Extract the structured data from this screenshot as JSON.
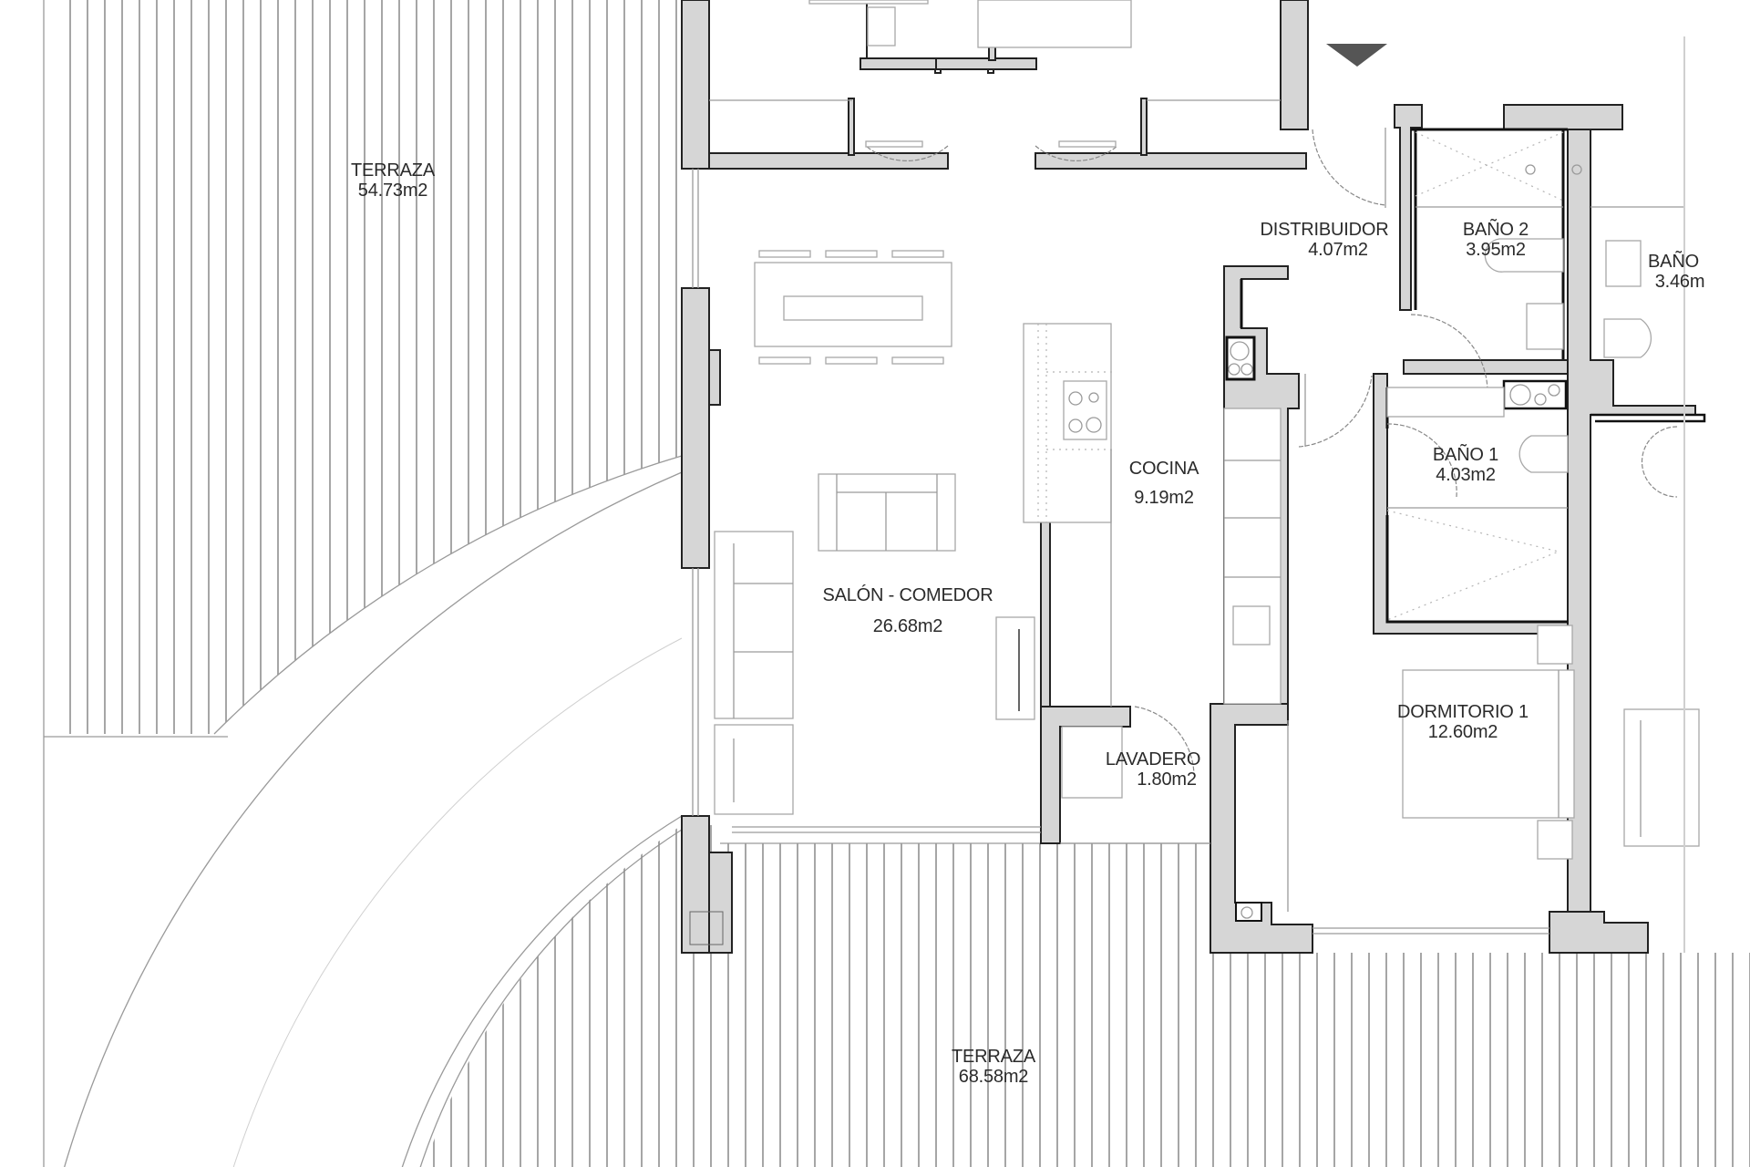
{
  "plan": {
    "north_marker_icon": "triangle-down",
    "colors": {
      "wall_fill": "#d6d6d6",
      "wall_stroke": "#222222",
      "hatch": "#9a9a9a",
      "text": "#2b2b2b",
      "entry_marker": "#555555"
    },
    "rooms": [
      {
        "id": "terraza-1",
        "name": "TERRAZA",
        "area": "54.73m2"
      },
      {
        "id": "salon-comedor",
        "name": "SALÓN - COMEDOR",
        "area": "26.68m2"
      },
      {
        "id": "cocina",
        "name": "COCINA",
        "area": "9.19m2"
      },
      {
        "id": "distribuidor",
        "name": "DISTRIBUIDOR",
        "area": "4.07m2"
      },
      {
        "id": "bano-2",
        "name": "BAÑO 2",
        "area": "3.95m2"
      },
      {
        "id": "bano-3",
        "name": "BAÑO",
        "area": "3.46m"
      },
      {
        "id": "bano-1",
        "name": "BAÑO 1",
        "area": "4.03m2"
      },
      {
        "id": "dormitorio-1",
        "name": "DORMITORIO 1",
        "area": "12.60m2"
      },
      {
        "id": "lavadero",
        "name": "LAVADERO",
        "area": "1.80m2"
      },
      {
        "id": "terraza-2",
        "name": "TERRAZA",
        "area": "68.58m2"
      }
    ]
  }
}
